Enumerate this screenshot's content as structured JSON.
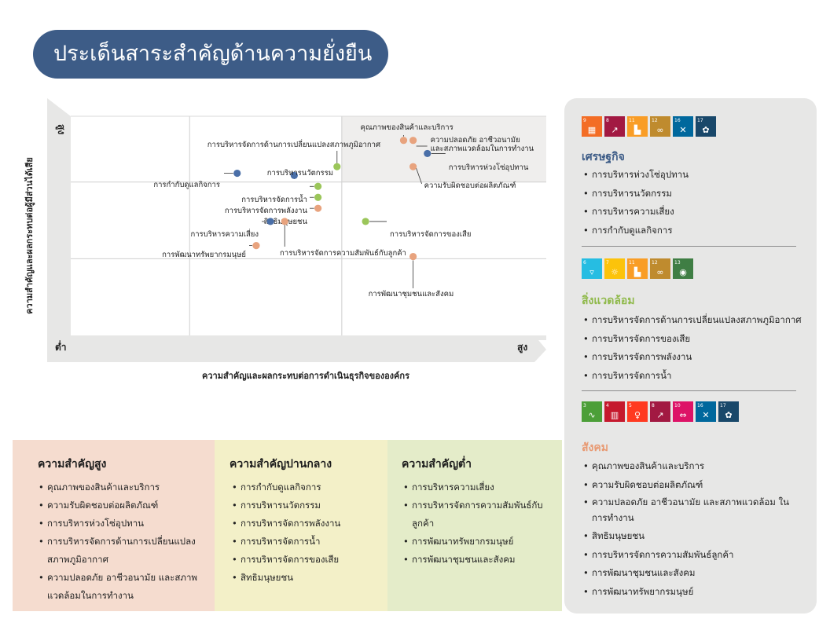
{
  "page_title": "ประเด็นสาระสำคัญด้านความยั่งยืน",
  "chart_data": {
    "type": "scatter",
    "xlabel": "ความสำคัญและผลกระทบต่อการดำเนินธุรกิจขององค์กร",
    "ylabel": "ความสำคัญและผลกระทบต่อผู้มีส่วนได้เสีย",
    "x_low_label": "ต่ำ",
    "x_high_label": "สูง",
    "y_high_label": "สูง",
    "xlim": [
      0,
      10
    ],
    "ylim": [
      0,
      10
    ],
    "grid": true,
    "category_colors": {
      "economy": "#4a6fa8",
      "environment": "#9bc65a",
      "social": "#e8a37e"
    },
    "points": [
      {
        "label": "คุณภาพของสินค้าและบริการ",
        "x": 7.0,
        "y": 8.9,
        "category": "social"
      },
      {
        "label": "ความปลอดภัย อาชีวอนามัย และสภาพแวดล้อมในการทำงาน",
        "x": 7.2,
        "y": 8.9,
        "category": "social"
      },
      {
        "label": "การบริหารห่วงโซ่อุปทาน",
        "x": 7.5,
        "y": 8.3,
        "category": "economy"
      },
      {
        "label": "ความรับผิดชอบต่อผลิตภัณฑ์",
        "x": 7.2,
        "y": 7.7,
        "category": "social"
      },
      {
        "label": "การบริหารจัดการด้านการเปลี่ยนแปลงสภาพภูมิอากาศ",
        "x": 5.6,
        "y": 7.7,
        "category": "environment"
      },
      {
        "label": "การบริหารนวัตกรรม",
        "x": 4.7,
        "y": 7.3,
        "category": "economy"
      },
      {
        "label": "การกำกับดูแลกิจการ",
        "x": 3.5,
        "y": 7.4,
        "category": "economy"
      },
      {
        "label": "การบริหารจัดการน้ำ",
        "x": 5.2,
        "y": 6.8,
        "category": "environment"
      },
      {
        "label": "การบริหารจัดการพลังงาน",
        "x": 5.2,
        "y": 6.3,
        "category": "environment"
      },
      {
        "label": "สิทธิมนุษยชน",
        "x": 5.2,
        "y": 5.8,
        "category": "social"
      },
      {
        "label": "การบริหารความเสี่ยง",
        "x": 4.2,
        "y": 5.2,
        "category": "economy"
      },
      {
        "label": "การบริหารจัดการความสัมพันธ์กับลูกค้า",
        "x": 4.5,
        "y": 5.2,
        "category": "social"
      },
      {
        "label": "การบริหารจัดการของเสีย",
        "x": 6.2,
        "y": 5.2,
        "category": "environment"
      },
      {
        "label": "การพัฒนาทรัพยากรมนุษย์",
        "x": 3.9,
        "y": 4.1,
        "category": "social"
      },
      {
        "label": "การพัฒนาชุมชนและสังคม",
        "x": 7.2,
        "y": 3.6,
        "category": "social"
      }
    ]
  },
  "sidebar": {
    "economy": {
      "title": "เศรษฐกิจ",
      "sdgs": [
        {
          "num": "9",
          "color": "#f36d25",
          "icon": "▦"
        },
        {
          "num": "8",
          "color": "#a21942",
          "icon": "↗"
        },
        {
          "num": "11",
          "color": "#f99d26",
          "icon": "▙"
        },
        {
          "num": "12",
          "color": "#bf8b2e",
          "icon": "∞"
        },
        {
          "num": "16",
          "color": "#00689d",
          "icon": "✕"
        },
        {
          "num": "17",
          "color": "#19486a",
          "icon": "✿"
        }
      ],
      "items": [
        "การบริหารห่วงโซ่อุปทาน",
        "การบริหารนวัตกรรม",
        "การบริหารความเสี่ยง",
        "การกำกับดูแลกิจการ"
      ]
    },
    "environment": {
      "title": "สิ่งแวดล้อม",
      "sdgs": [
        {
          "num": "6",
          "color": "#26bde2",
          "icon": "▿"
        },
        {
          "num": "7",
          "color": "#fcc30b",
          "icon": "☼"
        },
        {
          "num": "11",
          "color": "#f99d26",
          "icon": "▙"
        },
        {
          "num": "12",
          "color": "#bf8b2e",
          "icon": "∞"
        },
        {
          "num": "13",
          "color": "#3f7e44",
          "icon": "◉"
        }
      ],
      "items": [
        "การบริหารจัดการด้านการเปลี่ยนแปลงสภาพภูมิอากาศ",
        "การบริหารจัดการของเสีย",
        "การบริหารจัดการพลังงาน",
        "การบริหารจัดการน้ำ"
      ]
    },
    "social": {
      "title": "สังคม",
      "sdgs": [
        {
          "num": "3",
          "color": "#4c9f38",
          "icon": "∿"
        },
        {
          "num": "4",
          "color": "#c5192d",
          "icon": "▥"
        },
        {
          "num": "5",
          "color": "#ff3a21",
          "icon": "♀"
        },
        {
          "num": "8",
          "color": "#a21942",
          "icon": "↗"
        },
        {
          "num": "10",
          "color": "#dd1367",
          "icon": "⇔"
        },
        {
          "num": "16",
          "color": "#00689d",
          "icon": "✕"
        },
        {
          "num": "17",
          "color": "#19486a",
          "icon": "✿"
        }
      ],
      "items": [
        "คุณภาพของสินค้าและบริการ",
        "ความรับผิดชอบต่อผลิตภัณฑ์",
        "ความปลอดภัย อาชีวอนามัย และสภาพแวดล้อม ในการทำงาน",
        "สิทธิมนุษยชน",
        "การบริหารจัดการความสัมพันธ์ลูกค้า",
        "การพัฒนาชุมชนและสังคม",
        "การพัฒนาทรัพยากรมนุษย์"
      ]
    }
  },
  "bands": {
    "high": {
      "title": "ความสำคัญสูง",
      "color": "#f5dccf",
      "items": [
        "คุณภาพของสินค้าและบริการ",
        "ความรับผิดชอบต่อผลิตภัณฑ์",
        "การบริหารห่วงโซ่อุปทาน",
        "การบริหารจัดการด้านการเปลี่ยนแปลงสภาพภูมิอากาศ",
        "ความปลอดภัย อาชีวอนามัย และสภาพแวดล้อมในการทำงาน"
      ]
    },
    "medium": {
      "title": "ความสำคัญปานกลาง",
      "color": "#f3f0c8",
      "items": [
        "การกำกับดูแลกิจการ",
        "การบริหารนวัตกรรม",
        "การบริหารจัดการพลังงาน",
        "การบริหารจัดการน้ำ",
        "การบริหารจัดการของเสีย",
        "สิทธิมนุษยชน"
      ]
    },
    "low": {
      "title": "ความสำคัญต่ำ",
      "color": "#e4ecc9",
      "items": [
        "การบริหารความเสี่ยง",
        "การบริหารจัดการความสัมพันธ์กับลูกค้า",
        "การพัฒนาทรัพยากรมนุษย์",
        "การพัฒนาชุมชนและสังคม"
      ]
    }
  }
}
